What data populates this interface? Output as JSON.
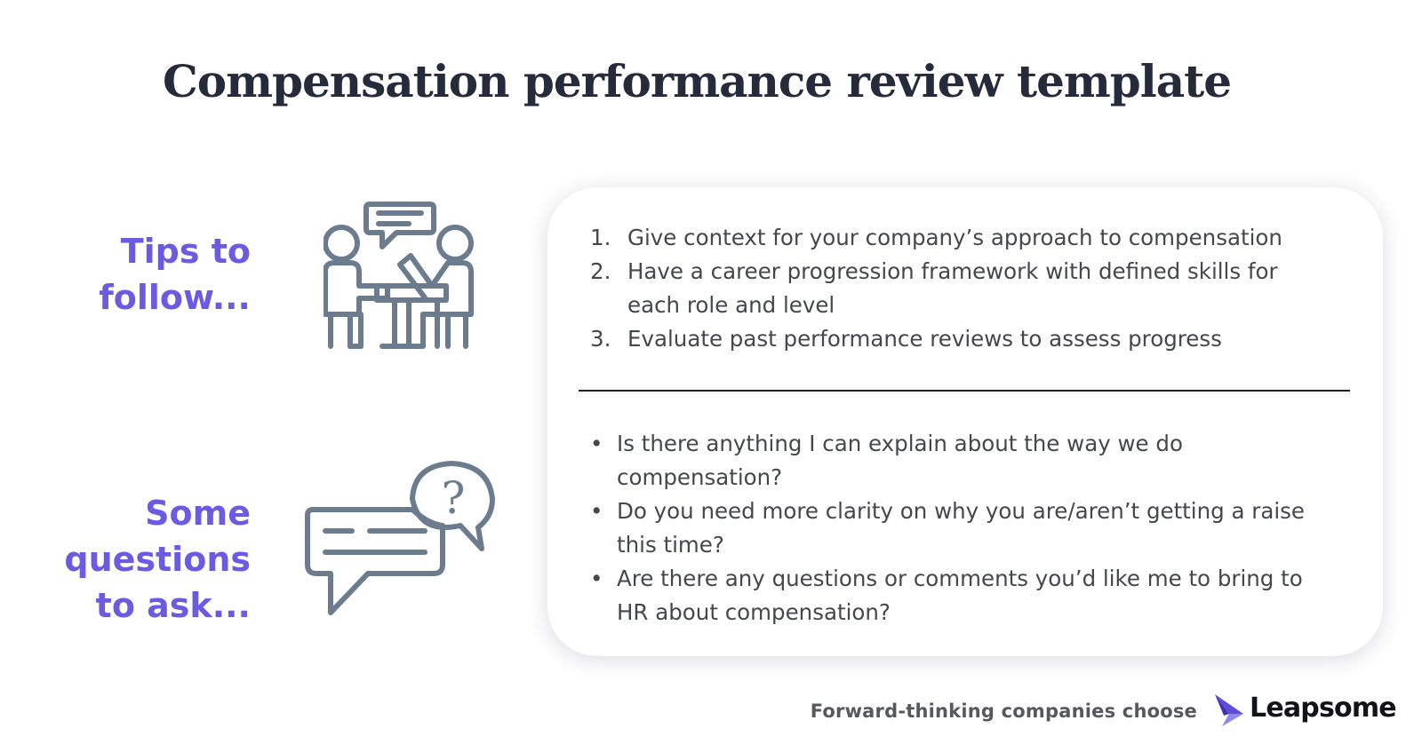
{
  "title": "Compensation performance review template",
  "colors": {
    "accent": "#6a5be2",
    "icon": "#6b7c8f",
    "heading": "#252b3b",
    "body": "#44474d"
  },
  "tips": {
    "label_lines": [
      "Tips to",
      "follow..."
    ],
    "icon": "meeting-icon",
    "items": [
      {
        "marker": "1.",
        "text": "Give context for your company’s approach to compensation"
      },
      {
        "marker": "2.",
        "text": "Have a career progression framework with defined skills for each role and level"
      },
      {
        "marker": "3.",
        "text": "Evaluate past performance reviews to assess progress"
      }
    ]
  },
  "questions": {
    "label_lines": [
      "Some",
      "questions",
      "to ask..."
    ],
    "icon": "question-chat-icon",
    "items": [
      {
        "marker": "•",
        "text": "Is there anything I can explain about the way we do compensation?"
      },
      {
        "marker": "•",
        "text": "Do you need more clarity on why you are/aren’t getting a raise this time?"
      },
      {
        "marker": "•",
        "text": "Are there any questions or comments you’d like me to bring to HR about compensation?"
      }
    ]
  },
  "footer": {
    "tagline": "Forward-thinking companies choose",
    "brand": "Leapsome",
    "brand_icon": "leapsome-logo-icon"
  }
}
